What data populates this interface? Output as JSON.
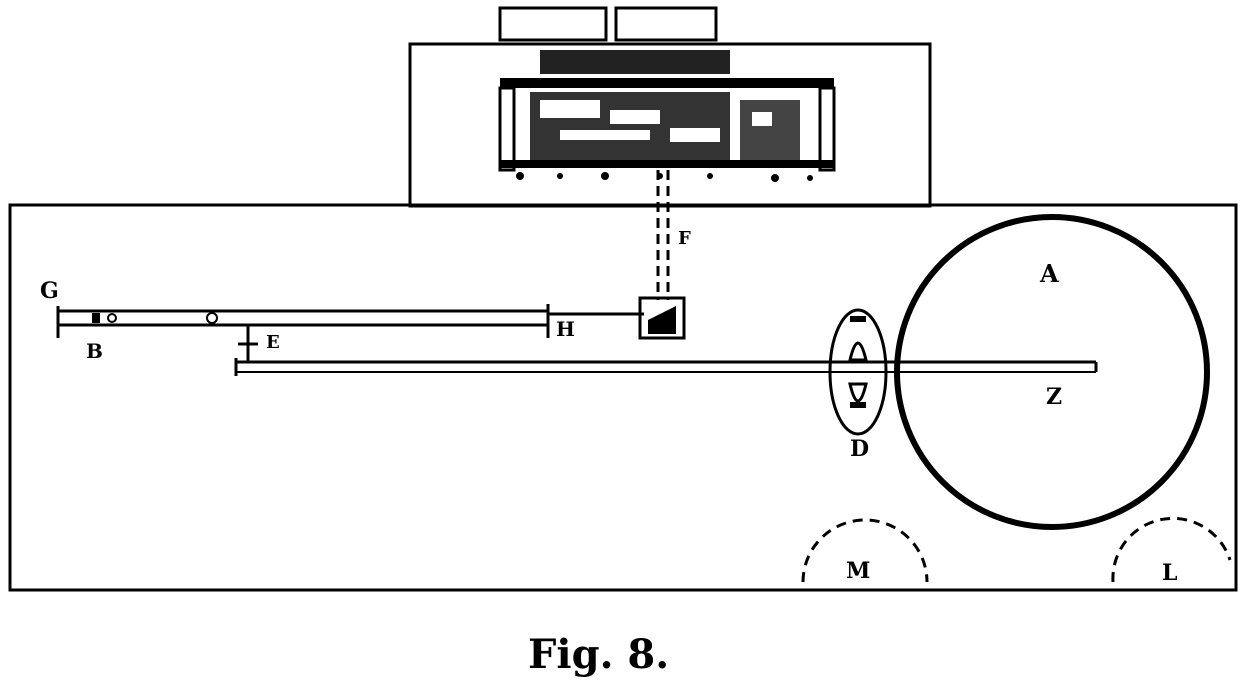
{
  "figure": {
    "caption": "Fig. 8."
  },
  "labels": {
    "G": "G",
    "B": "B",
    "E": "E",
    "H": "H",
    "A": "A",
    "Z": "Z",
    "D": "D",
    "M": "M",
    "L": "L",
    "F": "F"
  }
}
